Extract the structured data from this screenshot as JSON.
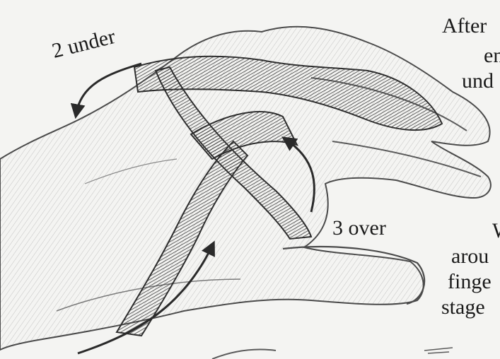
{
  "labels": {
    "step2": "2 under",
    "step3": "3 over"
  },
  "side_text": [
    "After",
    "en",
    "und",
    "W",
    "arou",
    "finge",
    "stage"
  ],
  "colors": {
    "background": "#f4f4f2",
    "pencil_dark": "#3a3a3a",
    "pencil_light": "#8a8a8a",
    "bandage": "#4a4a4a",
    "arrow": "#2a2a2a"
  }
}
